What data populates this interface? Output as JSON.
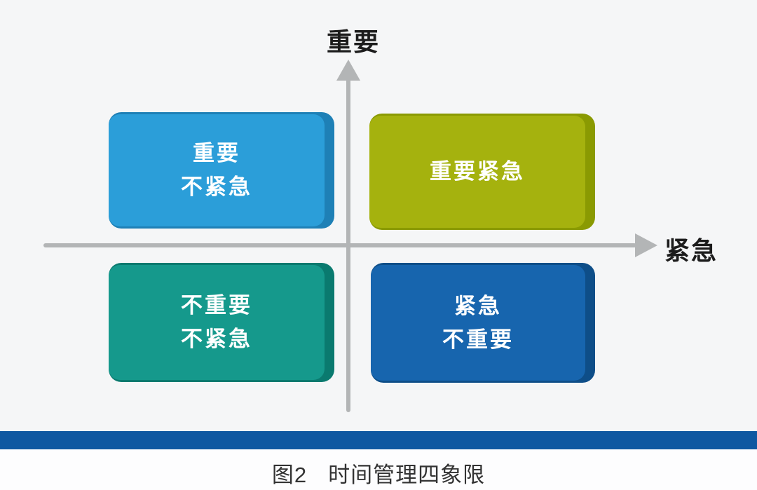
{
  "figure": {
    "background": "#f5f6f7",
    "axis_color": "#b3b5b6",
    "axes": {
      "y_label": "重要",
      "x_label": "紧急"
    },
    "quadrants": [
      {
        "id": "important-not-urgent",
        "position": "top-left",
        "color": "#2b9ed9",
        "edge_color": "#1e80b6",
        "label_lines": [
          "重要",
          "不紧急"
        ]
      },
      {
        "id": "important-urgent",
        "position": "top-right",
        "color": "#a5b20e",
        "edge_color": "#8a9a02",
        "label_lines": [
          "重要紧急"
        ]
      },
      {
        "id": "not-important-not-urgent",
        "position": "bottom-left",
        "color": "#15998c",
        "edge_color": "#0a7a6f",
        "label_lines": [
          "不重要",
          "不紧急"
        ]
      },
      {
        "id": "urgent-not-important",
        "position": "bottom-right",
        "color": "#1765ae",
        "edge_color": "#0e4e88",
        "label_lines": [
          "紧急",
          "不重要"
        ]
      }
    ]
  },
  "divider_bar": {
    "color": "#0f58a1"
  },
  "caption": {
    "figure_label": "图2",
    "text": "时间管理四象限"
  }
}
